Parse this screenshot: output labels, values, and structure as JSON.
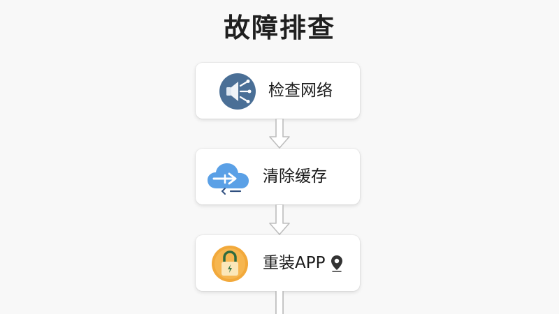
{
  "title": "故障排查",
  "steps": [
    {
      "label": "检查网络",
      "icon": "megaphone-icon"
    },
    {
      "label": "清除缓存",
      "icon": "cloud-arrow-icon"
    },
    {
      "label": "重装APP",
      "icon": "padlock-icon",
      "badge_icon": "location-pin-icon"
    }
  ],
  "colors": {
    "icon_blue_dark": "#4a6f96",
    "icon_blue_light": "#5aa0e6",
    "icon_orange": "#f2a93b",
    "icon_green": "#2e6b3f",
    "arrow_fill": "#ffffff",
    "arrow_stroke": "#bdbdbd"
  }
}
